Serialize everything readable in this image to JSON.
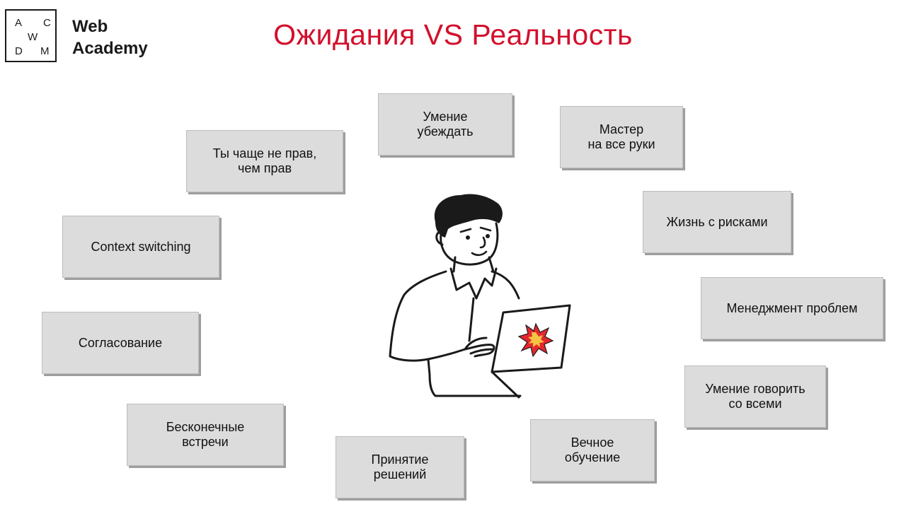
{
  "logo": {
    "letters": [
      "A",
      "C",
      "W",
      "D",
      "M"
    ],
    "line1": "Web",
    "line2": "Academy"
  },
  "title": "Ожидания VS Реальность",
  "cards": [
    {
      "text": "Умение\nубеждать"
    },
    {
      "text": "Мастер\nна все руки"
    },
    {
      "text": "Ты чаще не прав,\nчем прав"
    },
    {
      "text": "Жизнь с рисками"
    },
    {
      "text": "Context switching"
    },
    {
      "text": "Менеджмент проблем"
    },
    {
      "text": "Согласование"
    },
    {
      "text": "Умение говорить\nсо всеми"
    },
    {
      "text": "Бесконечные\nвстречи"
    },
    {
      "text": "Вечное\nобучение"
    },
    {
      "text": "Принятие\nрешений"
    }
  ],
  "illustration": {
    "subject": "person-with-laptop",
    "laptop_sticker": "explosion-icon"
  },
  "colors": {
    "title": "#d3102c",
    "card_bg": "#dcdcdc",
    "sticker_red": "#e2282e",
    "sticker_yellow": "#f6c343"
  }
}
